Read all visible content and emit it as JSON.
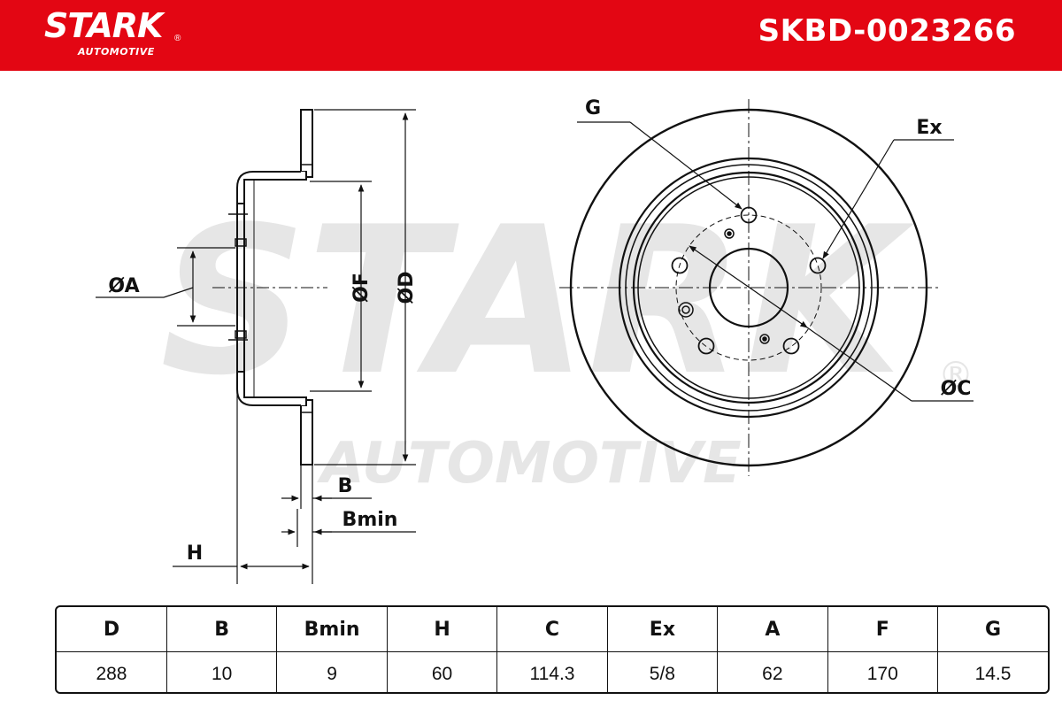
{
  "header": {
    "brand": "STARK",
    "brand_sub": "AUTOMOTIVE",
    "brand_reg": "®",
    "part_number": "SKBD-0023266",
    "color": "#e30613"
  },
  "watermark": {
    "main": "STARK",
    "sub": "AUTOMOTIVE",
    "reg": "®"
  },
  "labels": {
    "a": "ØA",
    "f": "ØF",
    "d": "ØD",
    "b": "B",
    "bmin": "Bmin",
    "h": "H",
    "g": "G",
    "ex": "Ex",
    "c": "ØC"
  },
  "specs": {
    "headers": [
      "D",
      "B",
      "Bmin",
      "H",
      "C",
      "Ex",
      "A",
      "F",
      "G"
    ],
    "values": [
      "288",
      "10",
      "9",
      "60",
      "114.3",
      "5/8",
      "62",
      "170",
      "14.5"
    ]
  }
}
